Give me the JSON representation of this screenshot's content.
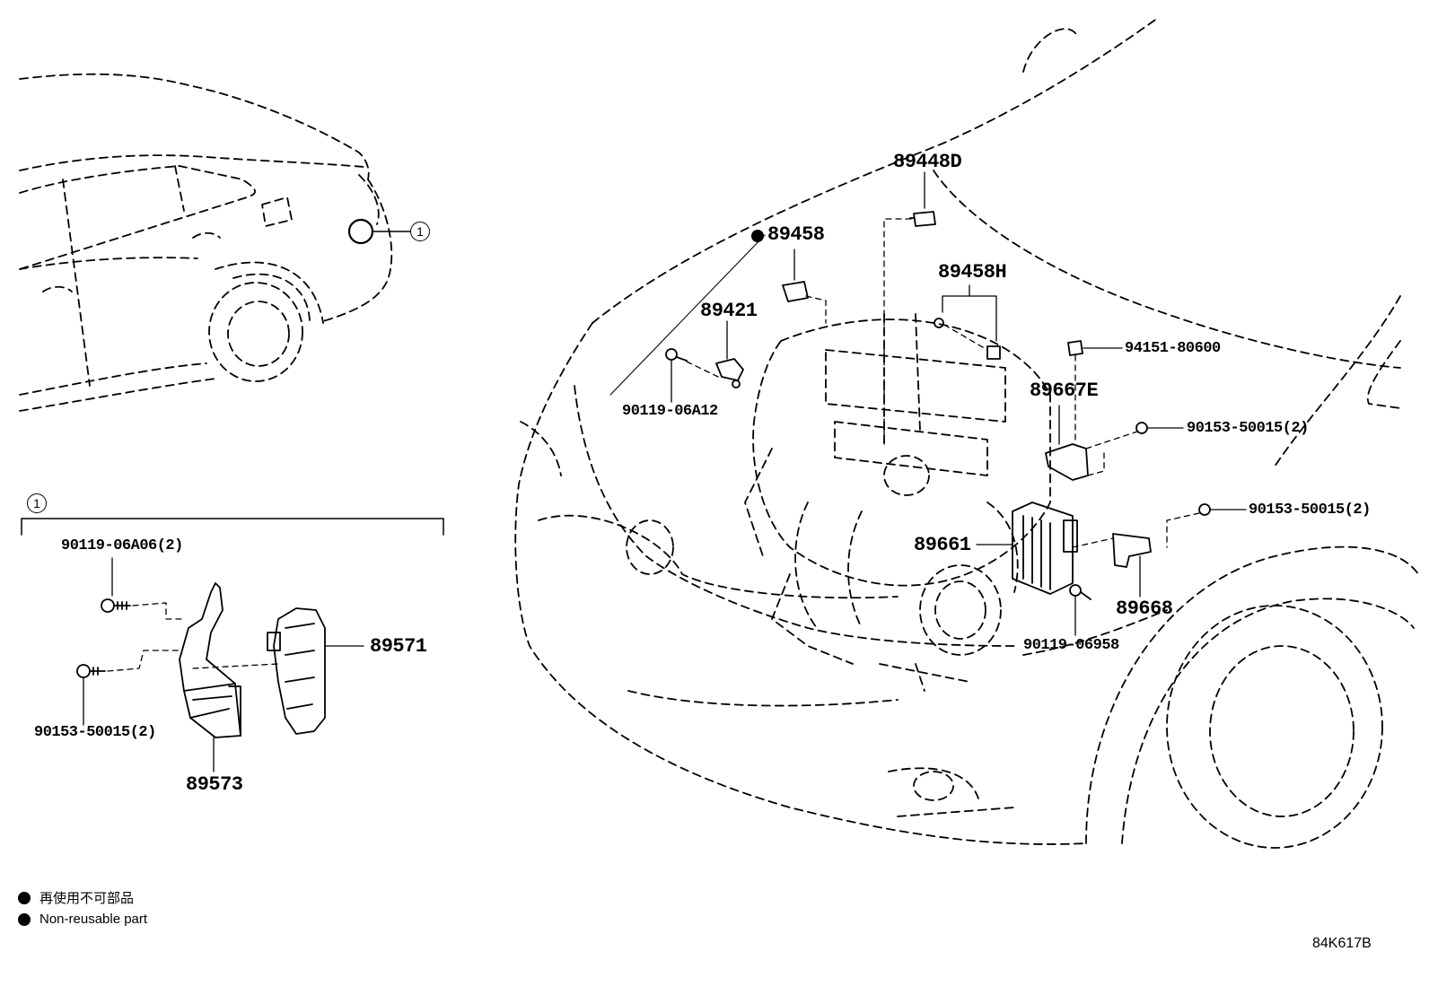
{
  "callout": {
    "number": "1"
  },
  "parts": {
    "p89448D": "89448D",
    "p89458": "89458",
    "p89458H": "89458H",
    "p89421": "89421",
    "p94151": "94151-80600",
    "p90119_06A12": "90119-06A12",
    "p89667E": "89667E",
    "p90153_a": "90153-50015(2)",
    "p90153_b": "90153-50015(2)",
    "p89661": "89661",
    "p89668": "89668",
    "p90119_06958": "90119-06958",
    "p90119_06A06": "90119-06A06(2)",
    "p89571": "89571",
    "p90153_c": "90153-50015(2)",
    "p89573": "89573"
  },
  "legend": {
    "japanese": "再使用不可部品",
    "english": "Non-reusable part"
  },
  "figure_code": "84K617B"
}
